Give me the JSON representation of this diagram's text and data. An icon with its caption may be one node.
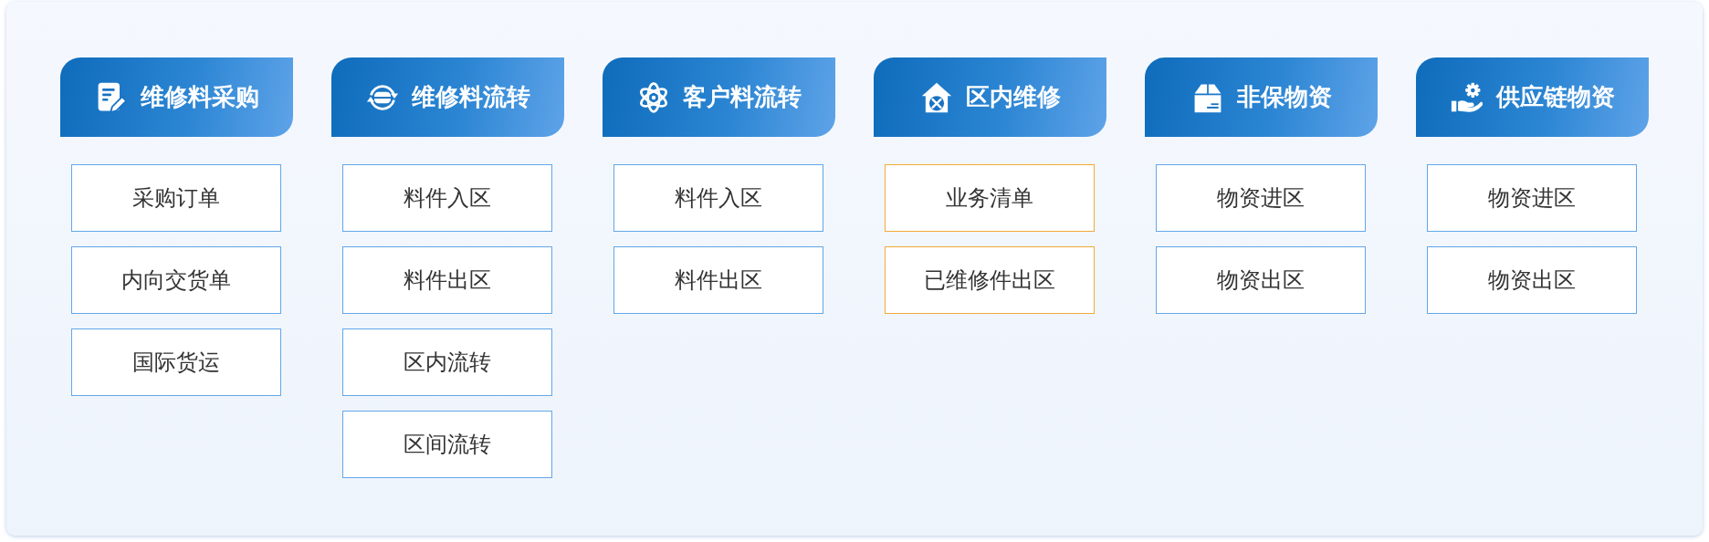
{
  "diagram": {
    "nodes": [
      {
        "text": [
          "维修料采购"
        ]
      },
      {
        "text": [
          "采购订单"
        ]
      },
      {
        "text": [
          "内向交货单"
        ]
      },
      {
        "text": [
          "国际货运"
        ]
      },
      {
        "text": [
          "维修料流转"
        ]
      },
      {
        "text": [
          "料件入区"
        ]
      },
      {
        "text": [
          "料件出区"
        ]
      },
      {
        "text": [
          "区内流转"
        ]
      },
      {
        "text": [
          "区间流转"
        ]
      },
      {
        "text": [
          "客户料流转"
        ]
      },
      {
        "text": [
          "料件入区"
        ]
      },
      {
        "text": [
          "料件出区"
        ]
      },
      {
        "text": [
          "区内维修"
        ]
      },
      {
        "text": [
          "业务清单"
        ]
      },
      {
        "text": [
          "已维修件出区"
        ]
      },
      {
        "text": [
          "非保物资"
        ]
      },
      {
        "text": [
          "物资进区"
        ]
      },
      {
        "text": [
          "物资出区"
        ]
      },
      {
        "text": [
          "供应链物资"
        ]
      },
      {
        "text": [
          "物资进区"
        ]
      },
      {
        "text": [
          "物资出区"
        ]
      }
    ]
  }
}
